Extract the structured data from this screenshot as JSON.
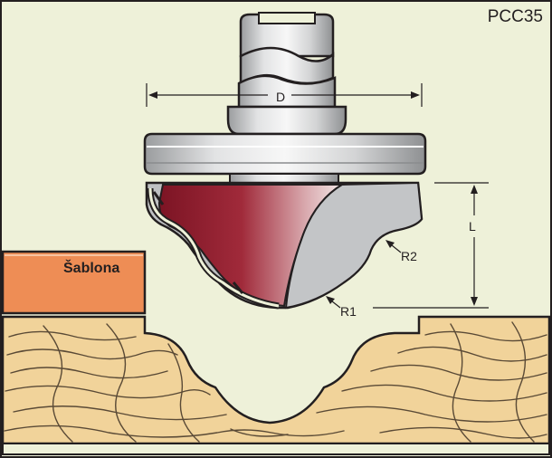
{
  "product_code": "PCC35",
  "template_label": "Šablona",
  "dimension_labels": {
    "diameter": "D",
    "length": "L",
    "radius_outer": "R2",
    "radius_inner": "R1"
  },
  "colors": {
    "background": "#eef1d9",
    "wood": "#f1d39a",
    "wood_grain": "#5a4a36",
    "template": "#ee8d55",
    "steel": "#c6c8ca",
    "steel_light": "#eeeeee",
    "carbide_red": "#8b1d2c",
    "outline": "#231f20"
  }
}
